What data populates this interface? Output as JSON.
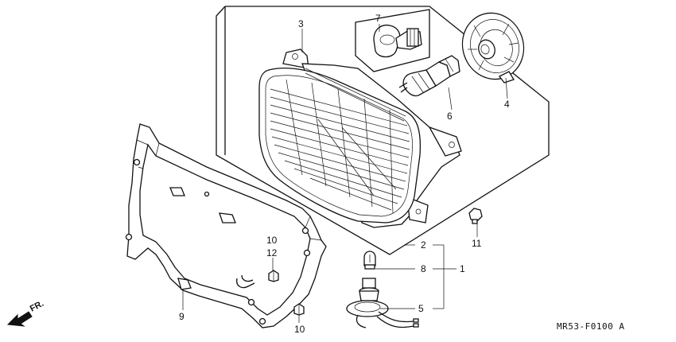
{
  "callouts": {
    "c1": "1",
    "c2": "2",
    "c3": "3",
    "c4": "4",
    "c5": "5",
    "c6": "6",
    "c7": "7",
    "c8": "8",
    "c9": "9",
    "c10a": "10",
    "c10b": "10",
    "c11": "11",
    "c12": "12"
  },
  "direction_label": "FR.",
  "drawing_code": "MR53-F0100 A"
}
